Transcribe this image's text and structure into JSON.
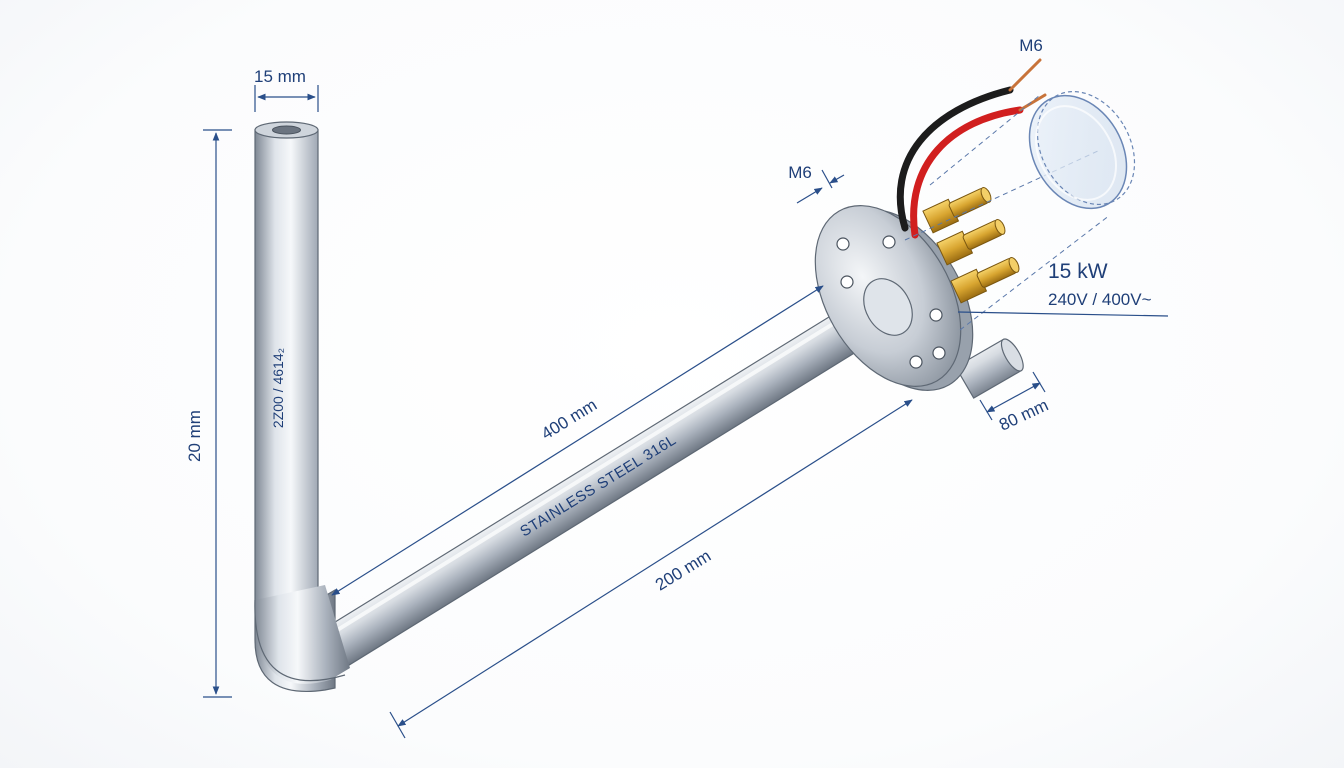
{
  "labels": {
    "tube_diameter": "15 mm",
    "vertical_length": "20 mm",
    "vertical_marking": "2Z00 / 4614₂",
    "upper_length": "400 mm",
    "lower_length": "200 mm",
    "tube_material": "STAINLESS STEEL 316L",
    "flange_thread": "M6",
    "wire_thread": "M6",
    "power": "15 kW",
    "voltage": "240V / 400V~",
    "boss_length": "80 mm"
  },
  "colors": {
    "dimension_line": "#2a4f8a",
    "dimension_text": "#1f3f78",
    "tube_steel": "#b9c1cb",
    "brass_terminal": "#d8a530",
    "wire_black": "#1c1c1c",
    "wire_red": "#d11f1f",
    "copper_strand": "#c8733a"
  },
  "icons": {
    "terminal": "brass-terminal-icon",
    "cap": "transparent-cap-icon"
  }
}
